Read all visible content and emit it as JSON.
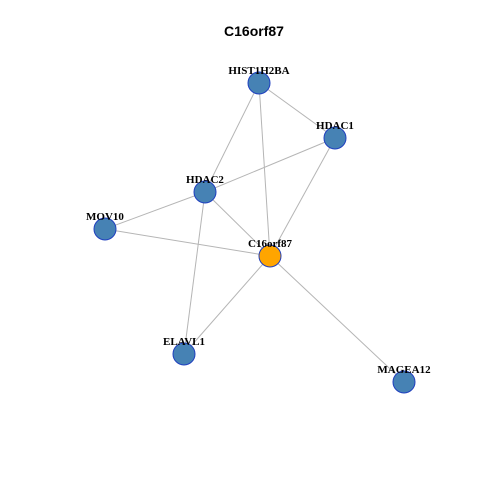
{
  "title": "C16orf87",
  "colors": {
    "default_node": "#4682b4",
    "highlight_node": "#ffa500",
    "node_border": "#1f3fbf",
    "edge": "#b5b5b5"
  },
  "nodes": [
    {
      "id": "HIST1H2BA",
      "label": "HIST1H2BA",
      "highlight": false
    },
    {
      "id": "HDAC1",
      "label": "HDAC1",
      "highlight": false
    },
    {
      "id": "HDAC2",
      "label": "HDAC2",
      "highlight": false
    },
    {
      "id": "MOV10",
      "label": "MOV10",
      "highlight": false
    },
    {
      "id": "C16orf87",
      "label": "C16orf87",
      "highlight": true
    },
    {
      "id": "ELAVL1",
      "label": "ELAVL1",
      "highlight": false
    },
    {
      "id": "MAGEA12",
      "label": "MAGEA12",
      "highlight": false
    }
  ],
  "edges": [
    [
      "HIST1H2BA",
      "HDAC1"
    ],
    [
      "HIST1H2BA",
      "HDAC2"
    ],
    [
      "HIST1H2BA",
      "C16orf87"
    ],
    [
      "HDAC1",
      "HDAC2"
    ],
    [
      "HDAC1",
      "C16orf87"
    ],
    [
      "HDAC2",
      "MOV10"
    ],
    [
      "HDAC2",
      "C16orf87"
    ],
    [
      "HDAC2",
      "ELAVL1"
    ],
    [
      "MOV10",
      "C16orf87"
    ],
    [
      "C16orf87",
      "ELAVL1"
    ],
    [
      "C16orf87",
      "MAGEA12"
    ]
  ]
}
